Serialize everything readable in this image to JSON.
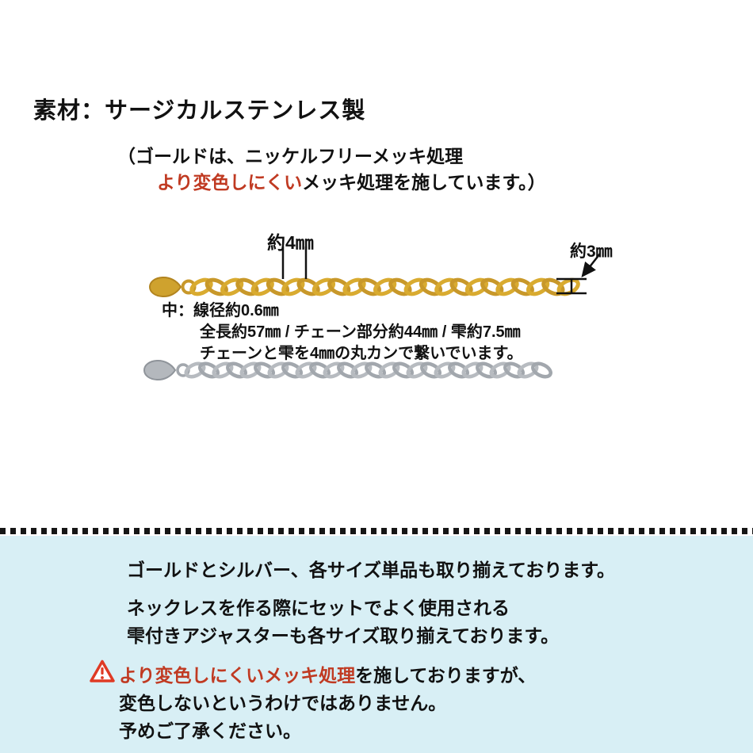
{
  "header": {
    "material_title": "素材：サージカルステンレス製",
    "note_line1": "（ゴールドは、ニッケルフリーメッキ処理",
    "note_line2_highlight": "より変色しにくい",
    "note_line2_rest": "メッキ処理を施しています。）"
  },
  "diagram": {
    "dim_4mm": "約4㎜",
    "dim_3mm": "約3㎜",
    "spec_line1": "中：線径約0.6㎜",
    "spec_line2": "全長約57㎜ / チェーン部分約44㎜ / 雫約7.5㎜",
    "spec_line3": "チェーンと雫を4㎜の丸カンで繋いでいます。"
  },
  "footer": {
    "line1": "ゴールドとシルバー、各サイズ単品も取り揃えております。",
    "line2": "ネックレスを作る際にセットでよく使用される",
    "line3": "雫付きアジャスターも各サイズ取り揃えております。",
    "warning_highlight": "より変色しにくいメッキ処理",
    "warning_rest": "を施しておりますが、",
    "warning_line2": "変色しないというわけではありません。",
    "warning_line3": "予めご了承ください。"
  },
  "colors": {
    "highlight_red": "#c03a22",
    "footer_bg": "#d8eff5",
    "gold_a": "#d9ab30",
    "gold_b": "#c8982a",
    "gold_fill": "#cfa22e",
    "gold_edge": "#b2841f",
    "silver_a": "#b7bbc0",
    "silver_b": "#a2a7ad",
    "silver_fill": "#b4b8bd",
    "silver_edge": "#8f949a",
    "annotation_black": "#111111"
  }
}
